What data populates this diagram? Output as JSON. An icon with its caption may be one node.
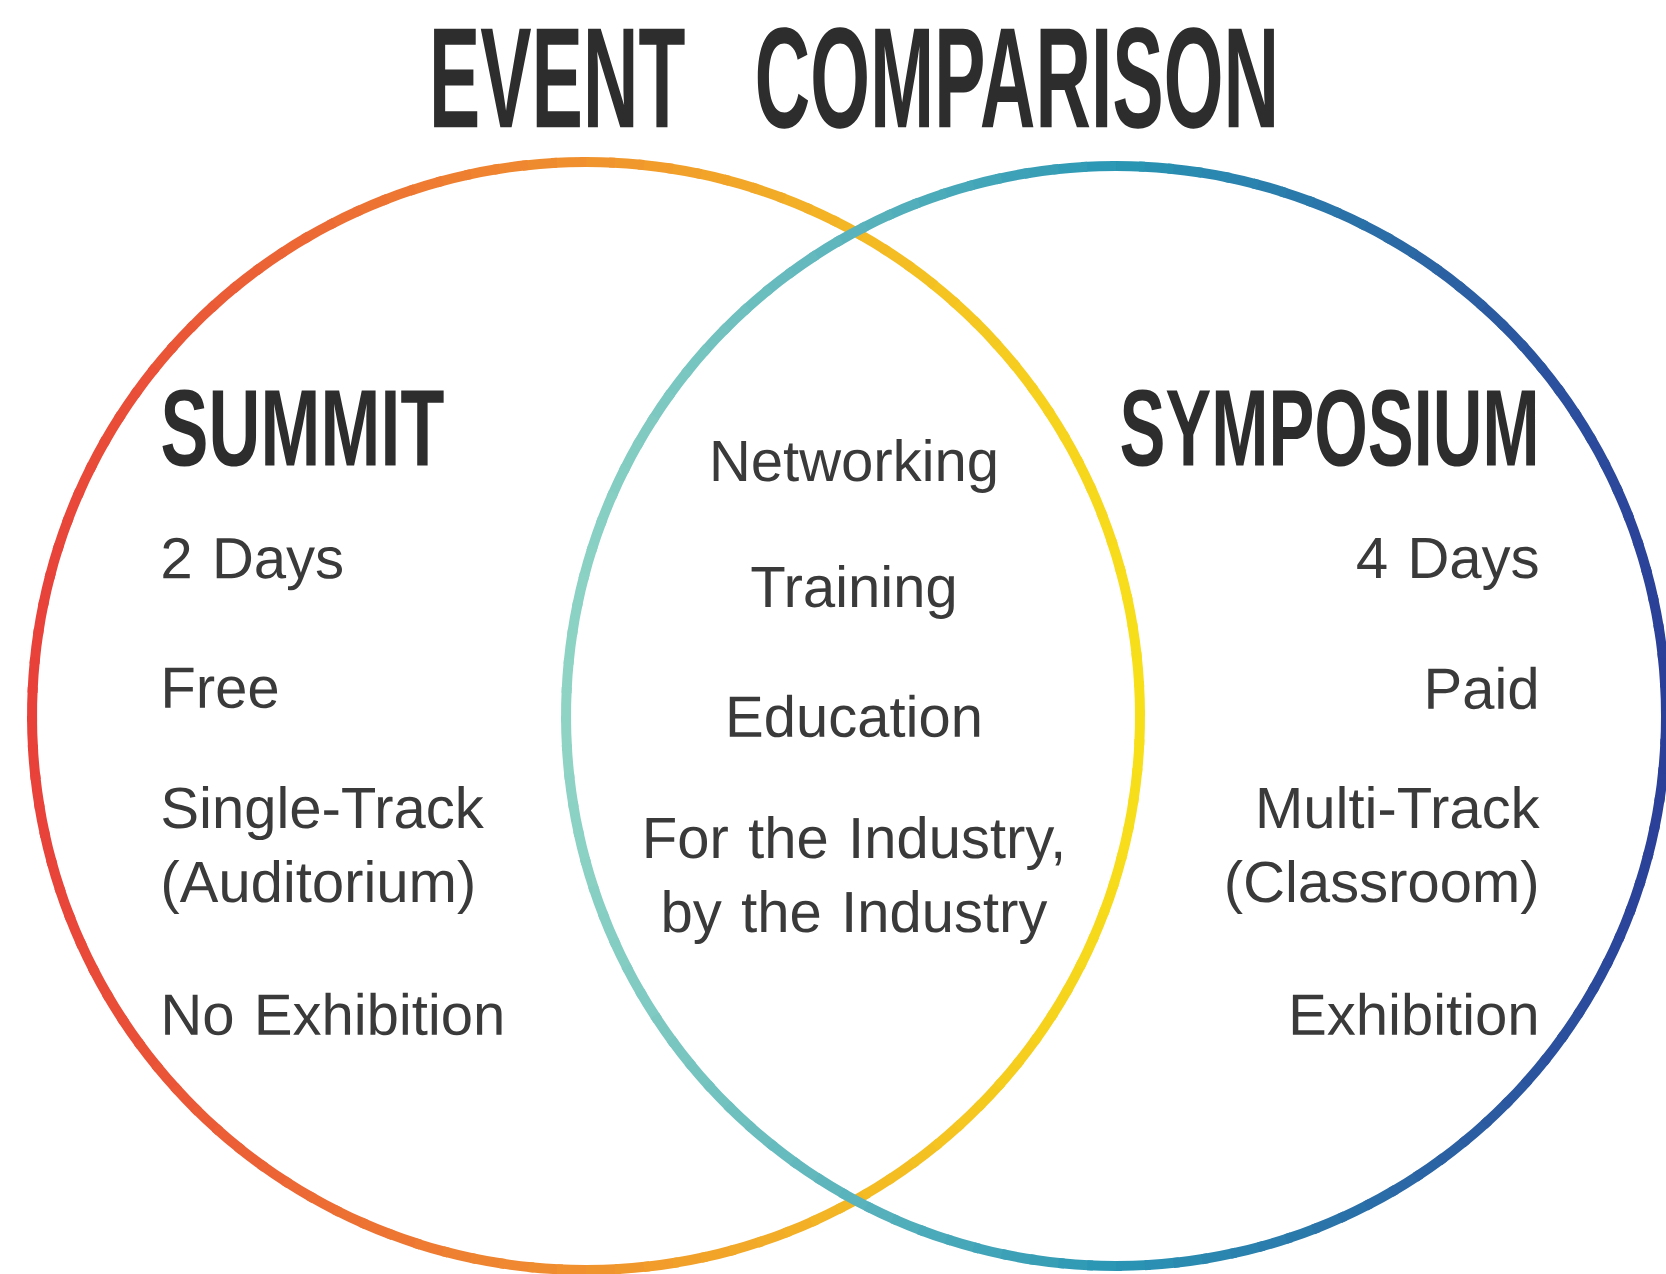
{
  "diagram": {
    "title": "EVENT COMPARISON",
    "nodes": [
      {
        "text": [
          "SUMMIT",
          "2 Days",
          "Free",
          "Single-Track (Auditorium)",
          "No Exhibition"
        ]
      },
      {
        "text": [
          "SYMPOSIUM",
          "4 Days",
          "Paid",
          "Multi-Track (Classroom)",
          "Exhibition"
        ]
      }
    ],
    "labels": [
      "Networking",
      "Training",
      "Education",
      "For the Industry, by the Industry"
    ]
  }
}
